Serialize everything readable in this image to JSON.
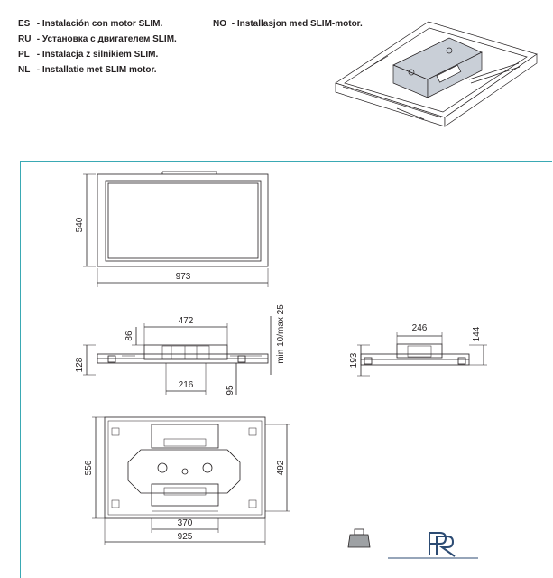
{
  "instructions": {
    "left": [
      {
        "code": "ES",
        "text": "- Instalación con motor SLIM."
      },
      {
        "code": "RU",
        "text": "- Установка с двигателем SLIM."
      },
      {
        "code": "PL",
        "text": "- Instalacja z silnikiem SLIM."
      },
      {
        "code": "NL",
        "text": "- Installatie met SLIM motor."
      }
    ],
    "right": [
      {
        "code": "NO",
        "text": "- Installasjon med SLIM-motor."
      }
    ]
  },
  "dimensions": {
    "top_width": "973",
    "top_height": "540",
    "side_width": "472",
    "side_height_86": "86",
    "side_height_128": "128",
    "side_bottom": "216",
    "side_95": "95",
    "side_min": "min 10/max 25",
    "motor_width": "246",
    "motor_height_193": "193",
    "motor_height_144": "144",
    "bottom_height_556": "556",
    "bottom_height_492": "492",
    "bottom_370": "370",
    "bottom_925": "925"
  },
  "colors": {
    "frame": "#3aa9b4",
    "motor_fill": "#c9cfd7",
    "line": "#231f20"
  },
  "icons": [
    "weight-icon",
    "brand-logo"
  ]
}
